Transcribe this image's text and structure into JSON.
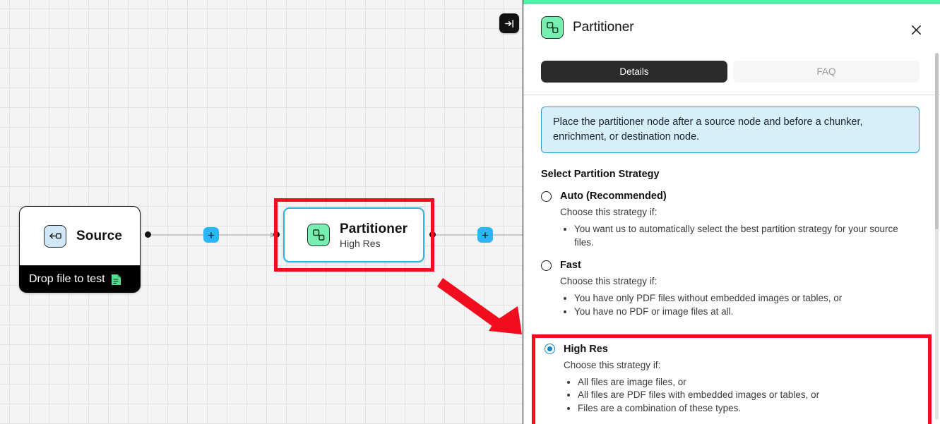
{
  "canvas": {
    "collapse_button": {
      "icon": "panel-collapse-right-icon"
    },
    "nodes": [
      {
        "id": "source",
        "title": "Source",
        "subtitle": "",
        "icon": "source-arrow-icon",
        "footer_label": "Drop file to test",
        "footer_icon": "document-green-icon"
      },
      {
        "id": "partitioner",
        "title": "Partitioner",
        "subtitle": "High Res",
        "icon": "partitioner-squares-icon",
        "selected": true
      }
    ],
    "add_buttons": [
      {
        "label": "+",
        "name": "add-node-button-1"
      },
      {
        "label": "+",
        "name": "add-node-button-2"
      }
    ]
  },
  "panel": {
    "title": "Partitioner",
    "icon": "partitioner-squares-icon",
    "close_icon": "close-icon",
    "accent_bar_color": "#57efa6",
    "tabs": [
      {
        "label": "Details",
        "active": true
      },
      {
        "label": "FAQ",
        "active": false
      }
    ],
    "info_banner": {
      "text": "Place the partitioner node after a source node and before a chunker, enrichment, or destination node.",
      "bg_color": "#d7eefb",
      "border_color": "#2d9cc8"
    },
    "section_title": "Select Partition Strategy",
    "lead_text": "Choose this strategy if:",
    "options": [
      {
        "label": "Auto (Recommended)",
        "checked": false,
        "lead": "Choose this strategy if:",
        "bullets": [
          "You want us to automatically select the best partition strategy for your source files."
        ]
      },
      {
        "label": "Fast",
        "checked": false,
        "lead": "Choose this strategy if:",
        "bullets": [
          "You have only PDF files without embedded images or tables, or",
          "You have no PDF or image files at all."
        ]
      },
      {
        "label": "High Res",
        "checked": true,
        "highlighted": true,
        "lead": "Choose this strategy if:",
        "bullets": [
          "All files are image files, or",
          "All files are PDF files with embedded images or tables, or",
          "Files are a combination of these types."
        ]
      }
    ],
    "selected_radio_color": "#0d86c9"
  },
  "annotations": {
    "highlight_color": "#f20d1e",
    "arrow": {
      "name": "red-annotation-arrow"
    }
  }
}
